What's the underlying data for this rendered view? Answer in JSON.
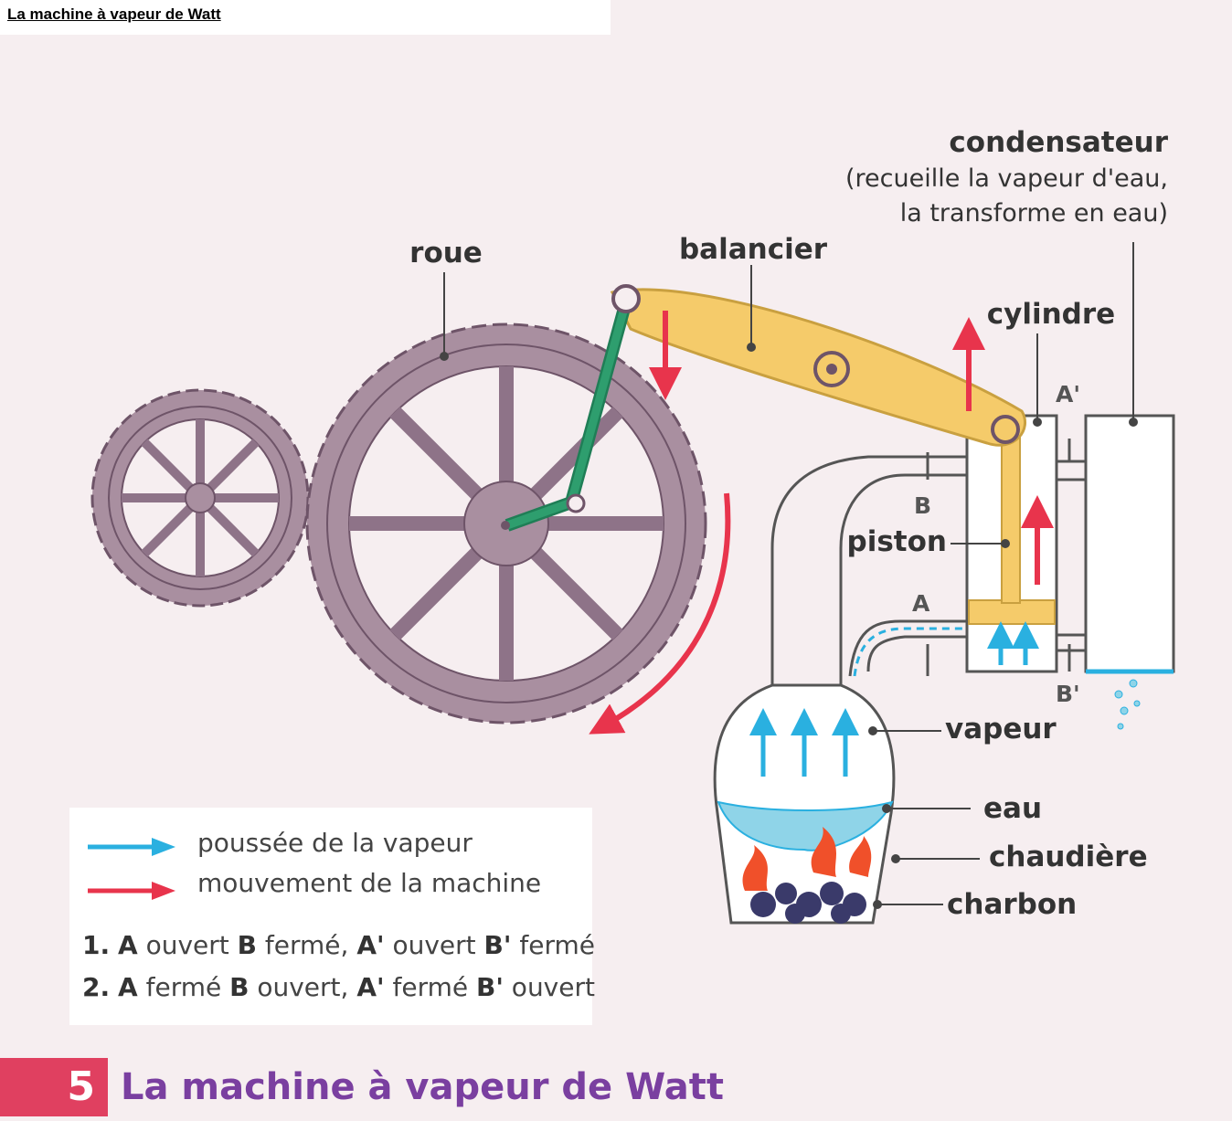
{
  "page_title": "La machine à vapeur de Watt",
  "labels": {
    "condensateur": "condensateur",
    "condensateur_desc_1": "(recueille la vapeur d'eau,",
    "condensateur_desc_2": "la transforme en eau)",
    "roue": "roue",
    "balancier": "balancier",
    "cylindre": "cylindre",
    "piston": "piston",
    "vapeur": "vapeur",
    "eau": "eau",
    "chaudiere": "chaudière",
    "charbon": "charbon"
  },
  "valves": {
    "a": "A",
    "b": "B",
    "a_prime": "A'",
    "b_prime": "B'"
  },
  "legend": {
    "steam_push": "poussée de la vapeur",
    "machine_motion": "mouvement de la machine",
    "step1": {
      "num": "1.",
      "a": "A",
      "a_state": " ouvert ",
      "b": "B",
      "b_state": " fermé, ",
      "ap": "A'",
      "ap_state": " ouvert ",
      "bp": "B'",
      "bp_state": " fermé"
    },
    "step2": {
      "num": "2.",
      "a": "A",
      "a_state": " fermé ",
      "b": "B",
      "b_state": " ouvert, ",
      "ap": "A'",
      "ap_state": " fermé ",
      "bp": "B'",
      "bp_state": " ouvert"
    }
  },
  "caption": {
    "number": "5",
    "text": "La machine à vapeur de Watt"
  },
  "colors": {
    "gear": "#a98fa0",
    "gear_stroke": "#6e5468",
    "beam": "#f5cb6a",
    "rod": "#2e9e6e",
    "steam_arrow": "#2ab0e0",
    "motion_arrow": "#e8344c",
    "water": "#8fd4e8",
    "fire": "#f0502a",
    "coal": "#3a3a6a"
  }
}
